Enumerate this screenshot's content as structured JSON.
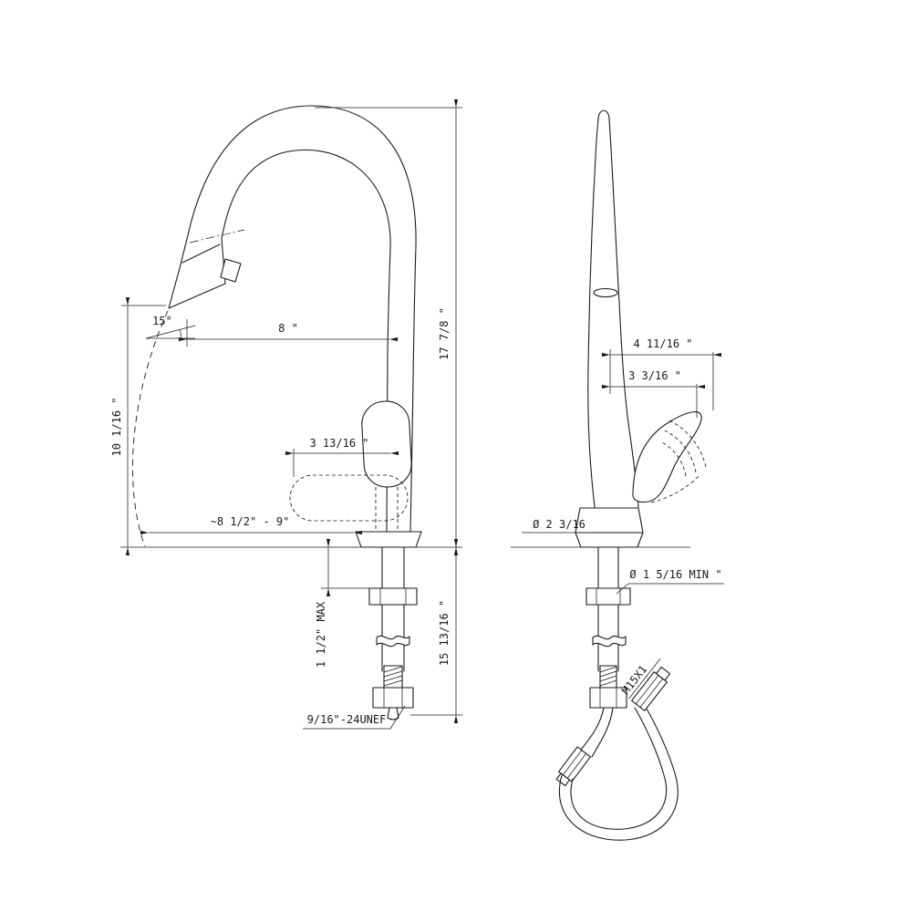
{
  "drawing": {
    "front_view": {
      "spout_reach": "8 \"",
      "overall_height": "17 7/8 \"",
      "spout_angle": "15°",
      "outlet_height": "10 1/16 \"",
      "handle_length": "3 13/16 \"",
      "reach_range": "~8 1/2\" - 9\"",
      "deck_thickness_max": "1 1/2\" MAX",
      "under_deck_length": "15 13/16 \"",
      "supply_thread": "9/16\"-24UNEF"
    },
    "side_view": {
      "handle_reach": "4 11/16 \"",
      "handle_projection": "3 3/16 \"",
      "base_diameter": "Ø 2 3/16",
      "min_hole_diameter": "Ø 1 5/16  MIN \"",
      "hose_thread": "M15X1"
    }
  }
}
